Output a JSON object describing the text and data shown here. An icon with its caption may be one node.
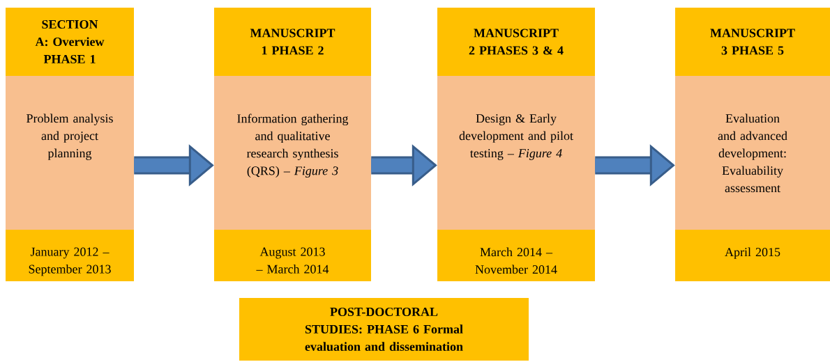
{
  "diagram": {
    "nodes": [
      {
        "text": [
          "SECTION A: Overview PHASE 1",
          "Problem analysis and project planning",
          "January 2012 – September 2013"
        ]
      },
      {
        "text": [
          "MANUSCRIPT 1 PHASE 2",
          "Information gathering and qualitative research synthesis (QRS) – *Figure 3*",
          "August 2013 – March 2014"
        ]
      },
      {
        "text": [
          "MANUSCRIPT 2 PHASES 3 & 4",
          "Design & Early development and pilot testing – *Figure 4*",
          "March 2014 – November 2014"
        ]
      },
      {
        "text": [
          "MANUSCRIPT 3 PHASE 5",
          "Evaluation and advanced development: Evaluability assessment",
          "April 2015"
        ]
      },
      {
        "text": [
          "POST-DOCTORAL STUDIES: PHASE 6 Formal evaluation and dissemination"
        ]
      }
    ],
    "edges": [
      {
        "from": 0,
        "to": 1,
        "arrow": "to"
      },
      {
        "from": 1,
        "to": 2,
        "arrow": "to"
      },
      {
        "from": 2,
        "to": 3,
        "arrow": "to"
      }
    ]
  }
}
